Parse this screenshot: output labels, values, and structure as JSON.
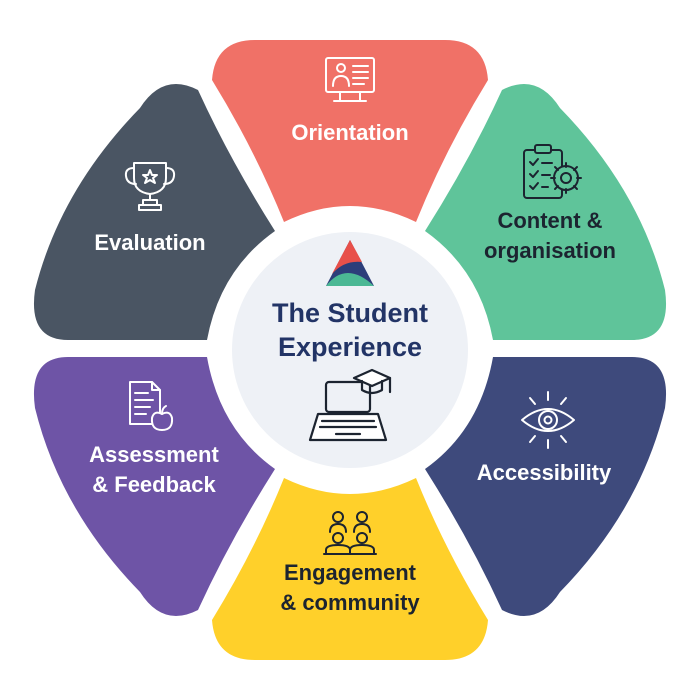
{
  "diagram": {
    "center": {
      "title_line1": "The Student",
      "title_line2": "Experience",
      "icon": "laptop-graduation-cap-icon",
      "logo": "triangle-logo-icon"
    },
    "segments": [
      {
        "key": "orientation",
        "line1": "Orientation",
        "line2": "",
        "icon": "monitor-presentation-icon",
        "color": "#F07167",
        "text_color": "#FFFFFF"
      },
      {
        "key": "content",
        "line1": "Content &",
        "line2": "organisation",
        "icon": "clipboard-gear-icon",
        "color": "#5FC49A",
        "text_color": "#1C2430"
      },
      {
        "key": "accessibility",
        "line1": "Accessibility",
        "line2": "",
        "icon": "eye-icon",
        "color": "#3E4A7C",
        "text_color": "#FFFFFF"
      },
      {
        "key": "engagement",
        "line1": "Engagement",
        "line2": "& community",
        "icon": "group-people-icon",
        "color": "#FFD02A",
        "text_color": "#1C2430"
      },
      {
        "key": "assessment",
        "line1": "Assessment",
        "line2": "& Feedback",
        "icon": "document-apple-icon",
        "color": "#6E54A6",
        "text_color": "#FFFFFF"
      },
      {
        "key": "evaluation",
        "line1": "Evaluation",
        "line2": "",
        "icon": "trophy-icon",
        "color": "#4A5563",
        "text_color": "#FFFFFF"
      }
    ],
    "colors": {
      "center_fill": "#EEF1F6",
      "title_color": "#223466",
      "gap_color": "#FFFFFF",
      "logo_colors": [
        "#2C3E7A",
        "#E8504A",
        "#4BB894"
      ]
    }
  }
}
